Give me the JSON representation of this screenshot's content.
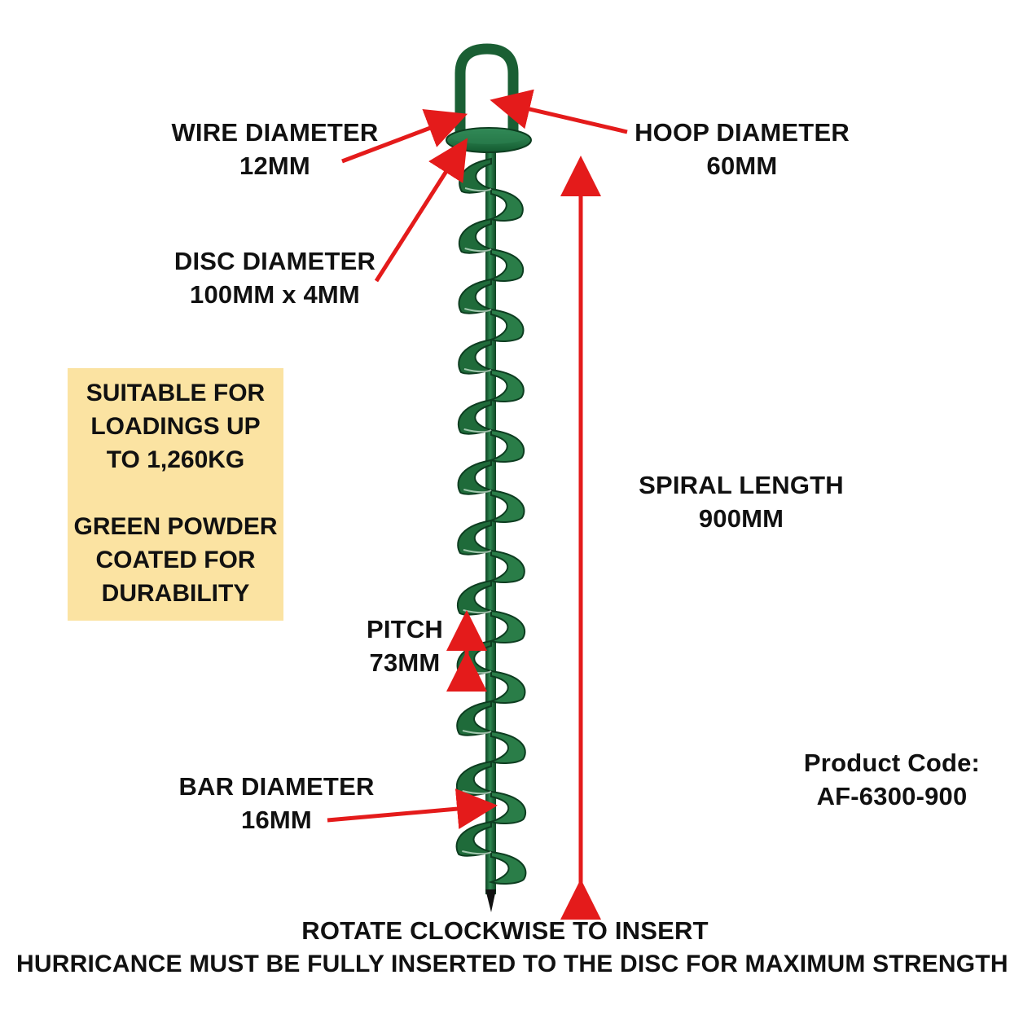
{
  "labels": {
    "wire_diameter": {
      "title": "WIRE DIAMETER",
      "value": "12MM"
    },
    "hoop_diameter": {
      "title": "HOOP DIAMETER",
      "value": "60MM"
    },
    "disc_diameter": {
      "title": "DISC DIAMETER",
      "value": "100MM x 4MM"
    },
    "spiral_length": {
      "title": "SPIRAL LENGTH",
      "value": "900MM"
    },
    "pitch": {
      "title": "PITCH",
      "value": "73MM"
    },
    "bar_diameter": {
      "title": "BAR DIAMETER",
      "value": "16MM"
    }
  },
  "note_box": {
    "lines": [
      "SUITABLE FOR",
      "LOADINGS UP",
      "TO 1,260KG",
      "",
      "GREEN POWDER",
      "COATED FOR",
      "DURABILITY"
    ]
  },
  "product_code": {
    "label": "Product Code:",
    "value": "AF-6300-900"
  },
  "footer": {
    "line1": "ROTATE CLOCKWISE TO INSERT",
    "line2": "HURRICANCE MUST BE FULLY INSERTED TO THE DISC FOR MAXIMUM STRENGTH"
  },
  "colors": {
    "anchor_green": "#1f6b3a",
    "anchor_dark": "#0f4424",
    "arrow_red": "#e41b1b",
    "note_background": "#fbe3a2"
  }
}
